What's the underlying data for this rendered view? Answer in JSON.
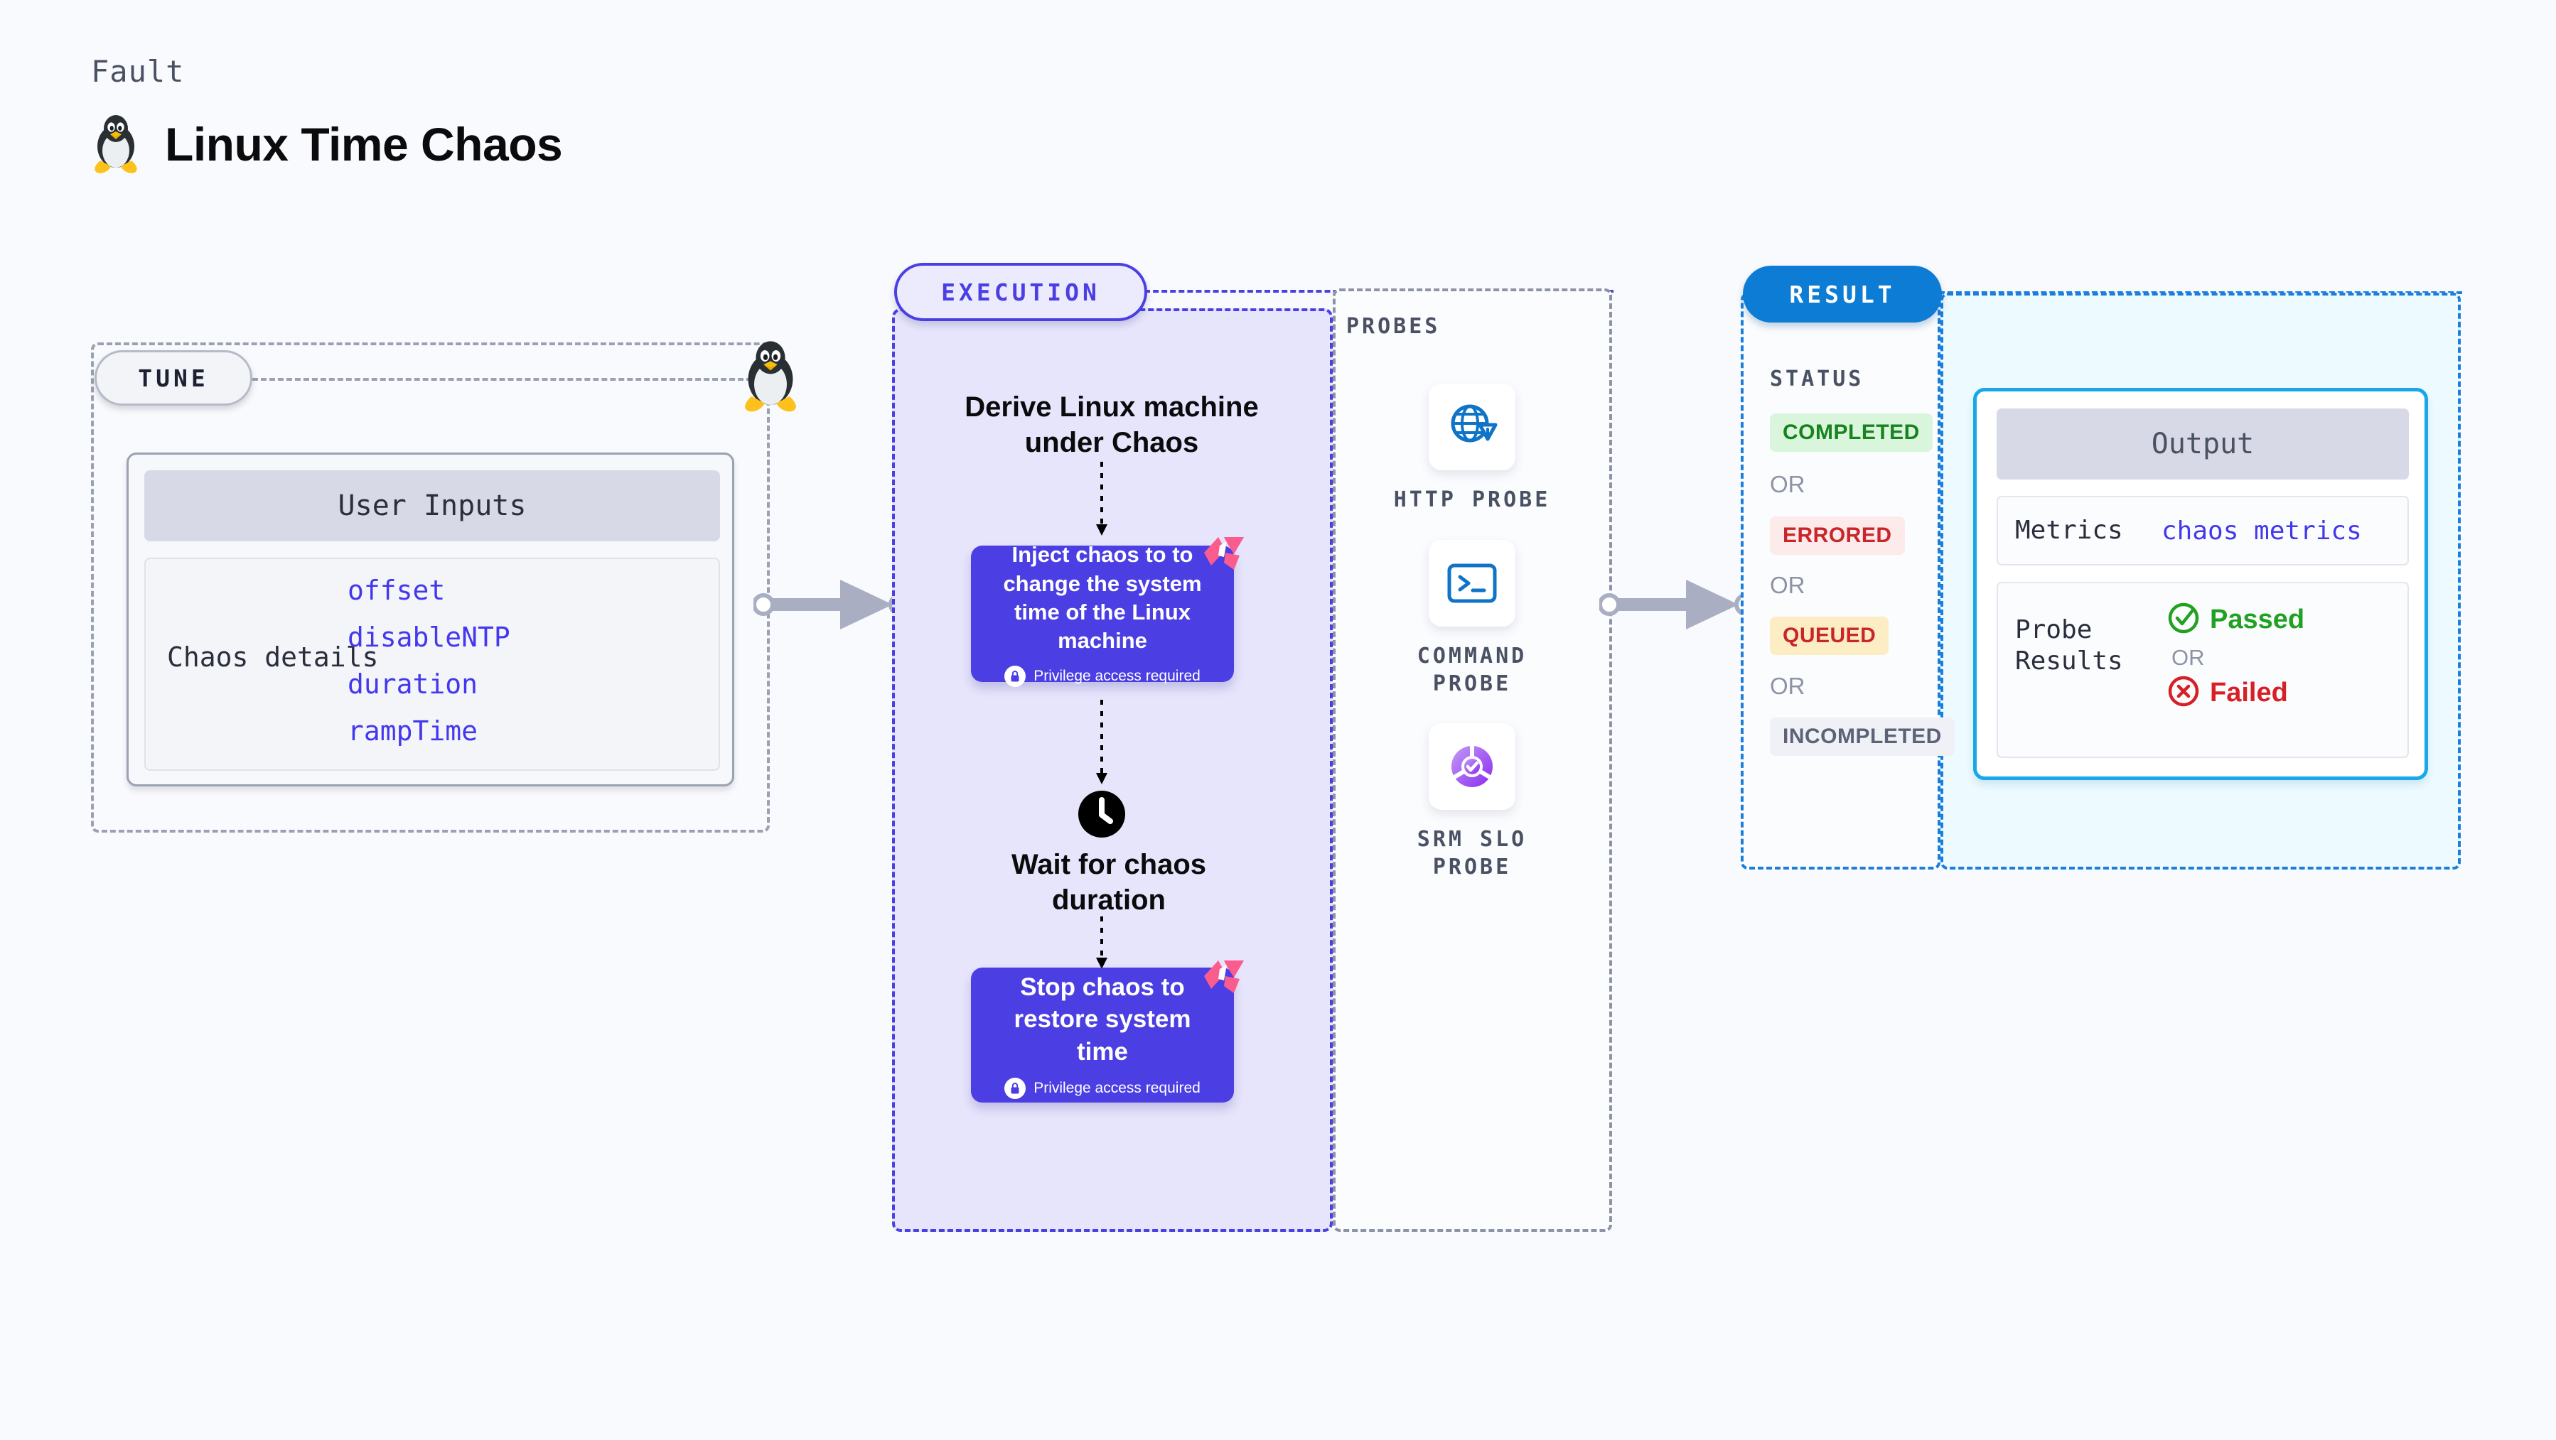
{
  "header": {
    "eyebrow": "Fault",
    "title": "Linux Time Chaos",
    "icon": "linux-penguin-icon"
  },
  "tune": {
    "chip_label": "TUNE",
    "card": {
      "header": "User Inputs",
      "row_label": "Chaos details",
      "params": [
        "offset",
        "disableNTP",
        "duration",
        "rampTime"
      ]
    }
  },
  "execution": {
    "chip_label": "EXECUTION",
    "derive_step": "Derive Linux machine under Chaos",
    "inject_step": {
      "title": "Inject chaos to to change the system time of the Linux machine",
      "privilege_note": "Privilege access required",
      "badge": "harness-logo-badge"
    },
    "wait_step": {
      "icon": "clock-icon",
      "label": "Wait for chaos duration"
    },
    "stop_step": {
      "title": "Stop chaos to restore system time",
      "privilege_note": "Privilege access required",
      "badge": "harness-logo-badge"
    }
  },
  "probes": {
    "title": "PROBES",
    "items": [
      {
        "label": "HTTP PROBE",
        "icon": "globe-warning-icon"
      },
      {
        "label": "COMMAND PROBE",
        "icon": "terminal-prompt-icon"
      },
      {
        "label": "SRM SLO PROBE",
        "icon": "slo-donut-check-icon"
      }
    ]
  },
  "result": {
    "chip_label": "RESULT",
    "status_title": "STATUS",
    "or_label": "OR",
    "statuses": [
      {
        "label": "COMPLETED",
        "bg": "#d9f6dd",
        "fg": "#18821f"
      },
      {
        "label": "ERRORED",
        "bg": "#fdeaea",
        "fg": "#c8262a"
      },
      {
        "label": "QUEUED",
        "bg": "#fdedc4",
        "fg": "#c8262a"
      },
      {
        "label": "INCOMPLETED",
        "bg": "#f0f1f6",
        "fg": "#5c6377"
      }
    ]
  },
  "output": {
    "header": "Output",
    "metrics_label": "Metrics",
    "metrics_value": "chaos metrics",
    "probe_results_label": "Probe Results",
    "passed_label": "Passed",
    "failed_label": "Failed",
    "or_label": "OR"
  },
  "colors": {
    "background": "#f9fafd",
    "tune_border": "#9aa1b1",
    "execution_accent": "#4b3fe4",
    "execution_fill": "#e6e5fb",
    "result_accent": "#1a7fdb",
    "output_fill": "#edfaff",
    "output_card_border": "#18a7e8",
    "param_text": "#4338ee",
    "harness_pink": "#fa5c8e",
    "probe_blue": "#0f74c8",
    "srm_purple": "#9a4ef0",
    "passed_green": "#21a121",
    "failed_red": "#d71f26",
    "arrow_grey": "#a9aec3"
  }
}
